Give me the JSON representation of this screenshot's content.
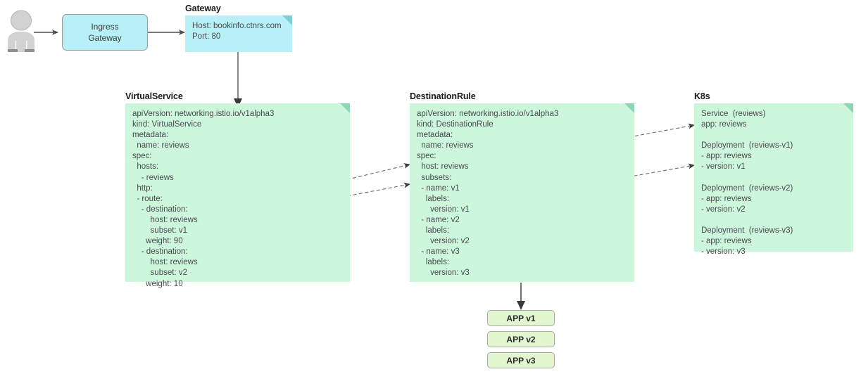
{
  "diagram": {
    "title": "Istio VirtualService / DestinationRule routing to Kubernetes",
    "colors": {
      "note_green": "#ccf7dd",
      "note_green_fold": "#8fd6b4",
      "note_cyan": "#b7f0f7",
      "note_cyan_fold": "#7fcbd6",
      "box_lime": "#e2f6cf",
      "actor_gray": "#d0d0d0",
      "connector": "#4d4d4d",
      "dashed_connector": "#6b6b6b"
    }
  },
  "actor": {
    "name": "user-actor",
    "label": ""
  },
  "ingress_gateway": {
    "label": "Ingress\nGateway"
  },
  "gateway_note": {
    "title": "Gateway",
    "body": "Host: bookinfo.ctnrs.com\nPort: 80",
    "lines": [
      "Host: bookinfo.ctnrs.com",
      "Port: 80"
    ]
  },
  "virtual_service_note": {
    "title": "VirtualService",
    "body": "apiVersion: networking.istio.io/v1alpha3\nkind: VirtualService\nmetadata:\n  name: reviews\nspec:\n  hosts:\n    - reviews\n  http:\n  - route:\n    - destination:\n        host: reviews\n        subset: v1\n      weight: 90\n    - destination:\n        host: reviews\n        subset: v2\n      weight: 10",
    "lines": [
      "apiVersion: networking.istio.io/v1alpha3",
      "kind: VirtualService",
      "metadata:",
      "  name: reviews",
      "spec:",
      "  hosts:",
      "    - reviews",
      "  http:",
      "  - route:",
      "    - destination:",
      "        host: reviews",
      "        subset: v1",
      "      weight: 90",
      "    - destination:",
      "        host: reviews",
      "        subset: v2",
      "      weight: 10"
    ]
  },
  "destination_rule_note": {
    "title": "DestinationRule",
    "body": "apiVersion: networking.istio.io/v1alpha3\nkind: DestinationRule\nmetadata:\n  name: reviews\nspec:\n  host: reviews\n  subsets:\n  - name: v1\n    labels:\n      version: v1\n  - name: v2\n    labels:\n      version: v2\n  - name: v3\n    labels:\n      version: v3",
    "lines": [
      "apiVersion: networking.istio.io/v1alpha3",
      "kind: DestinationRule",
      "metadata:",
      "  name: reviews",
      "spec:",
      "  host: reviews",
      "  subsets:",
      "  - name: v1",
      "    labels:",
      "      version: v1",
      "  - name: v2",
      "    labels:",
      "      version: v2",
      "  - name: v3",
      "    labels:",
      "      version: v3"
    ]
  },
  "k8s_note": {
    "title": "K8s",
    "body": "Service  (reviews)\napp: reviews\n\nDeployment  (reviews-v1)\n- app: reviews\n- version: v1\n\nDeployment  (reviews-v2)\n- app: reviews\n- version: v2\n\nDeployment  (reviews-v3)\n- app: reviews\n- version: v3",
    "lines": [
      "Service  (reviews)",
      "app: reviews",
      "",
      "Deployment  (reviews-v1)",
      "- app: reviews",
      "- version: v1",
      "",
      "Deployment  (reviews-v2)",
      "- app: reviews",
      "- version: v2",
      "",
      "Deployment  (reviews-v3)",
      "- app: reviews",
      "- version: v3"
    ]
  },
  "app_boxes": [
    {
      "label": "APP v1"
    },
    {
      "label": "APP v2"
    },
    {
      "label": "APP v3"
    }
  ],
  "connectors": [
    {
      "name": "actor-to-ingress",
      "style": "solid"
    },
    {
      "name": "ingress-to-gateway",
      "style": "solid"
    },
    {
      "name": "gateway-to-virtualservice",
      "style": "solid"
    },
    {
      "name": "vs-host-to-dr-host",
      "style": "dashed"
    },
    {
      "name": "vs-subset-to-dr-subset",
      "style": "dashed"
    },
    {
      "name": "dr-host-to-k8s-service",
      "style": "dashed"
    },
    {
      "name": "dr-version-to-k8s-deployment",
      "style": "dashed"
    },
    {
      "name": "destinationrule-to-app-v1",
      "style": "solid"
    }
  ]
}
